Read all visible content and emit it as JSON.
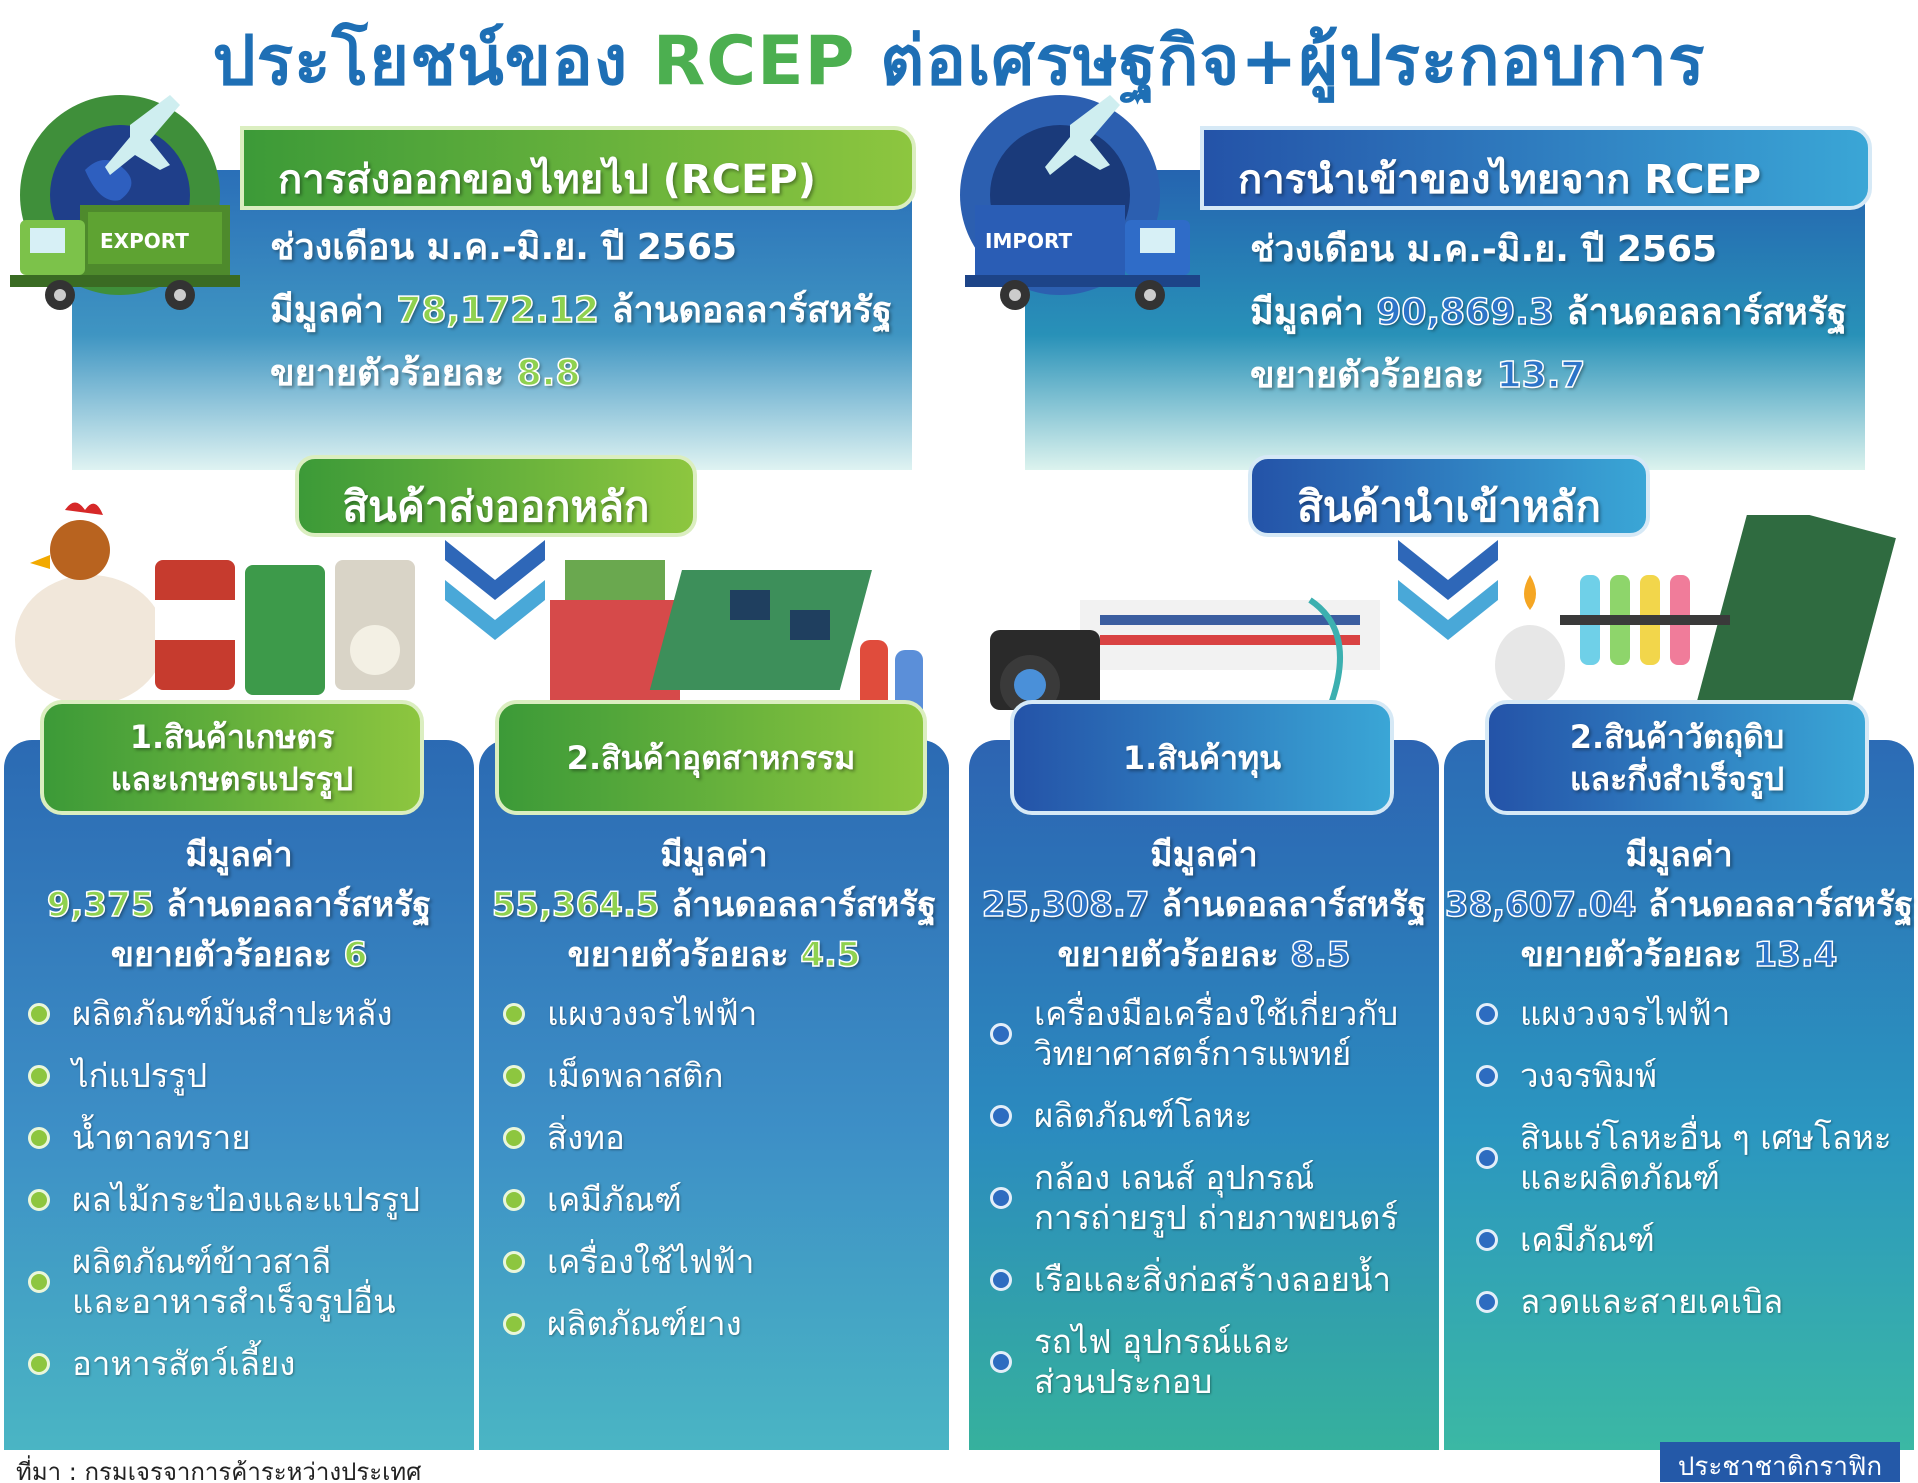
{
  "title": {
    "part1": "ประโยชน์ของ ",
    "accent": "RCEP",
    "part2": " ต่อเศรษฐกิจ+ผู้ประกอบการ"
  },
  "colors": {
    "green": "#8dc63f",
    "blue": "#2d74c8",
    "title_blue": "#1e6fb5"
  },
  "export": {
    "icon_label": "EXPORT",
    "label": "การส่งออกของไทยไป (RCEP)",
    "period": "ช่วงเดือน ม.ค.-มิ.ย. ปี 2565",
    "value_prefix": "มีมูลค่า ",
    "value": "78,172.12",
    "value_unit": " ล้านดอลลาร์สหรัฐ",
    "growth_prefix": "ขยายตัวร้อยละ ",
    "growth": "8.8",
    "section_label": "สินค้าส่งออกหลัก"
  },
  "import": {
    "icon_label": "IMPORT",
    "label": "การนำเข้าของไทยจาก RCEP",
    "period": "ช่วงเดือน ม.ค.-มิ.ย. ปี 2565",
    "value_prefix": "มีมูลค่า ",
    "value": "90,869.3",
    "value_unit": " ล้านดอลลาร์สหรัฐ",
    "growth_prefix": "ขยายตัวร้อยละ ",
    "growth": "13.7",
    "section_label": "สินค้านำเข้าหลัก"
  },
  "columns": [
    {
      "head_line1": "1.สินค้าเกษตร",
      "head_line2": "และเกษตรแปรรูป",
      "value_label": "มีมูลค่า",
      "value": "9,375",
      "unit": " ล้านดอลลาร์สหรัฐ",
      "growth_label": "ขยายตัวร้อยละ ",
      "growth": "6",
      "items": [
        [
          "ผลิตภัณฑ์มันสำปะหลัง"
        ],
        [
          "ไก่แปรรูป"
        ],
        [
          "น้ำตาลทราย"
        ],
        [
          "ผลไม้กระป๋องและแปรรูป"
        ],
        [
          "ผลิตภัณฑ์ข้าวสาลี",
          "และอาหารสำเร็จรูปอื่น"
        ],
        [
          "อาหารสัตว์เลี้ยง"
        ]
      ]
    },
    {
      "head_line1": "2.สินค้าอุตสาหกรรม",
      "head_line2": "",
      "value_label": "มีมูลค่า",
      "value": "55,364.5",
      "unit": " ล้านดอลลาร์สหรัฐ",
      "growth_label": "ขยายตัวร้อยละ ",
      "growth": "4.5",
      "items": [
        [
          "แผงวงจรไฟฟ้า"
        ],
        [
          "เม็ดพลาสติก"
        ],
        [
          "สิ่งทอ"
        ],
        [
          "เคมีภัณฑ์"
        ],
        [
          "เครื่องใช้ไฟฟ้า"
        ],
        [
          "ผลิตภัณฑ์ยาง"
        ]
      ]
    },
    {
      "head_line1": "1.สินค้าทุน",
      "head_line2": "",
      "value_label": "มีมูลค่า",
      "value": "25,308.7",
      "unit": " ล้านดอลลาร์สหรัฐ",
      "growth_label": "ขยายตัวร้อยละ ",
      "growth": "8.5",
      "items": [
        [
          "เครื่องมือเครื่องใช้เกี่ยวกับ",
          "วิทยาศาสตร์การแพทย์"
        ],
        [
          "ผลิตภัณฑ์โลหะ"
        ],
        [
          "กล้อง เลนส์ อุปกรณ์",
          "การถ่ายรูป ถ่ายภาพยนตร์"
        ],
        [
          "เรือและสิ่งก่อสร้างลอยน้ำ"
        ],
        [
          "รถไฟ อุปกรณ์และ",
          "ส่วนประกอบ"
        ]
      ]
    },
    {
      "head_line1": "2.สินค้าวัตถุดิบ",
      "head_line2": "และกึ่งสำเร็จรูป",
      "value_label": "มีมูลค่า",
      "value": "38,607.04",
      "unit": " ล้านดอลลาร์สหรัฐ",
      "growth_label": "ขยายตัวร้อยละ ",
      "growth": "13.4",
      "items": [
        [
          "แผงวงจรไฟฟ้า"
        ],
        [
          "วงจรพิมพ์"
        ],
        [
          "สินแร่โลหะอื่น ๆ เศษโลหะ",
          "และผลิตภัณฑ์"
        ],
        [
          "เคมีภัณฑ์"
        ],
        [
          "ลวดและสายเคเบิล"
        ]
      ]
    }
  ],
  "source": "ที่มา : กรมเจรจาการค้าระหว่างประเทศ",
  "brand": "ประชาชาติกราฟิก"
}
